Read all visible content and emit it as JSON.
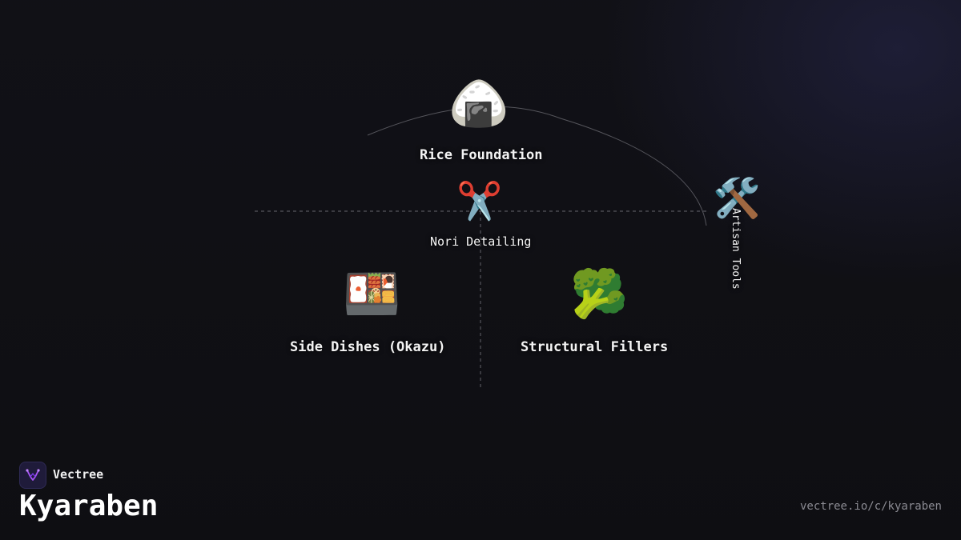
{
  "diagram": {
    "nodes": [
      {
        "id": "rice",
        "label": "Rice Foundation",
        "icon": "rice-ball-icon",
        "glyph": "🍙"
      },
      {
        "id": "nori",
        "label": "Nori Detailing",
        "icon": "scissors-icon",
        "glyph": "✂️"
      },
      {
        "id": "okazu",
        "label": "Side Dishes (Okazu)",
        "icon": "bento-box-icon",
        "glyph": "🍱"
      },
      {
        "id": "fillers",
        "label": "Structural Fillers",
        "icon": "broccoli-icon",
        "glyph": "🥦"
      },
      {
        "id": "tools",
        "label": "Artisan Tools",
        "icon": "hammer-wrench-icon",
        "glyph": "🛠️"
      }
    ]
  },
  "brand": {
    "name": "Vectree",
    "logo_icon": "vectree-logo-icon",
    "accent": "#a855f7"
  },
  "page": {
    "title": "Kyaraben",
    "url": "vectree.io/c/kyaraben"
  }
}
